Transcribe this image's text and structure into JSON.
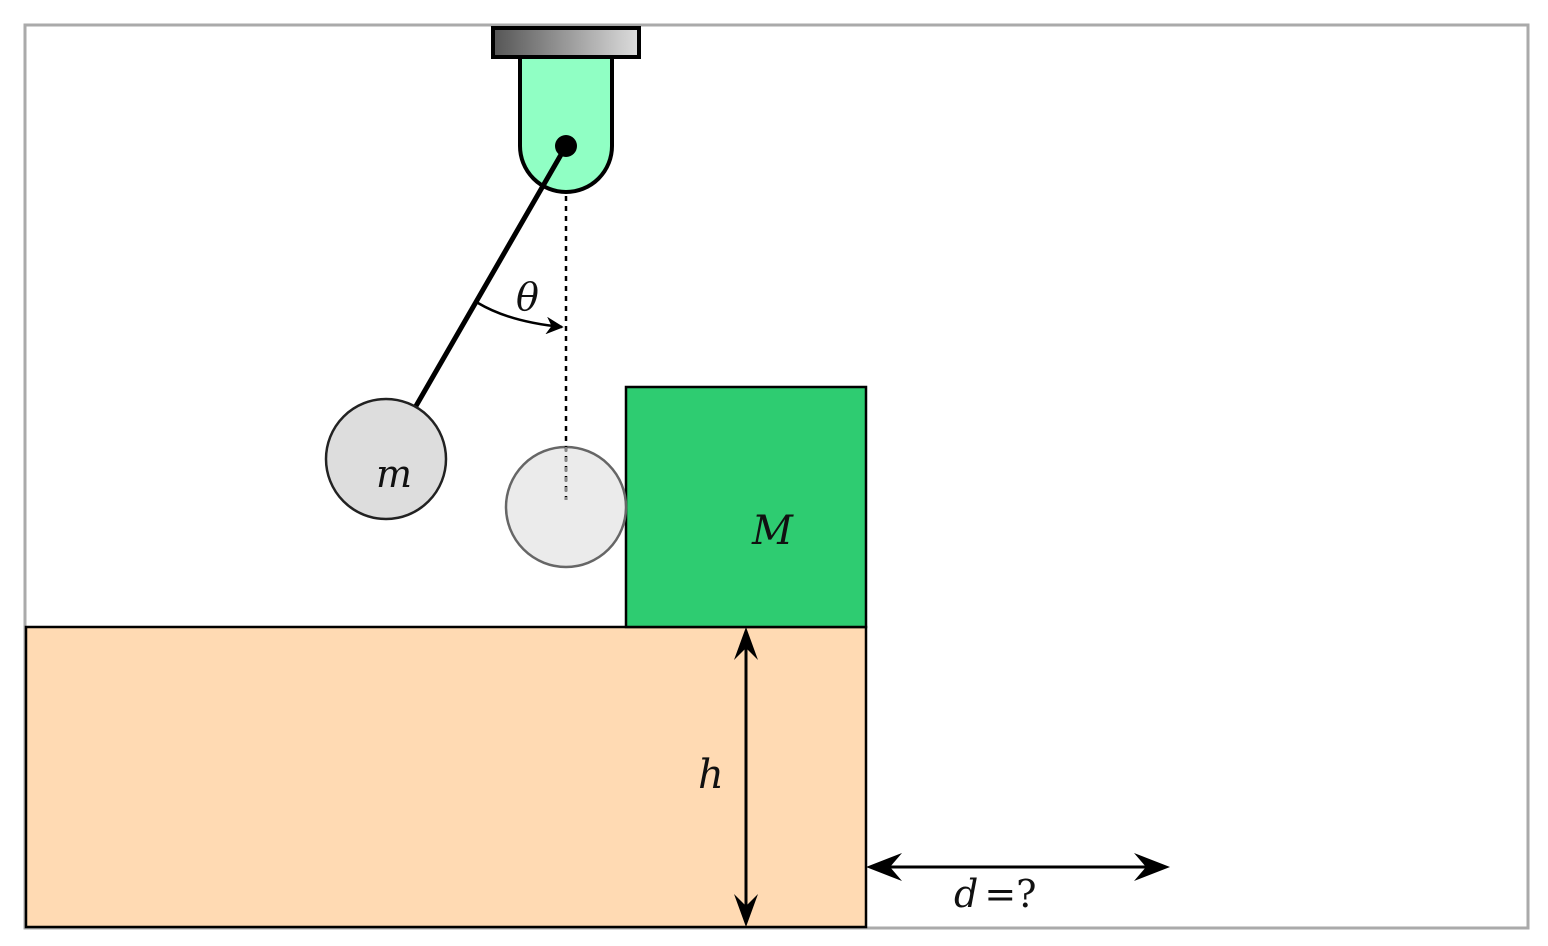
{
  "labels": {
    "theta": "θ",
    "small_mass": "m",
    "large_mass": "M",
    "height": "h",
    "distance_var": "d",
    "distance_rest": "=?"
  },
  "colors": {
    "frame_border": "#aaaaaa",
    "mount_plate_dark": "#555555",
    "mount_plate_light": "#dddddd",
    "pivot_housing": "#90ffc4",
    "block": "#2ecc71",
    "table": "#ffdab3",
    "ball_swung": "#dddddd",
    "ball_rest": "#ebebeb",
    "outline": "#000000"
  }
}
